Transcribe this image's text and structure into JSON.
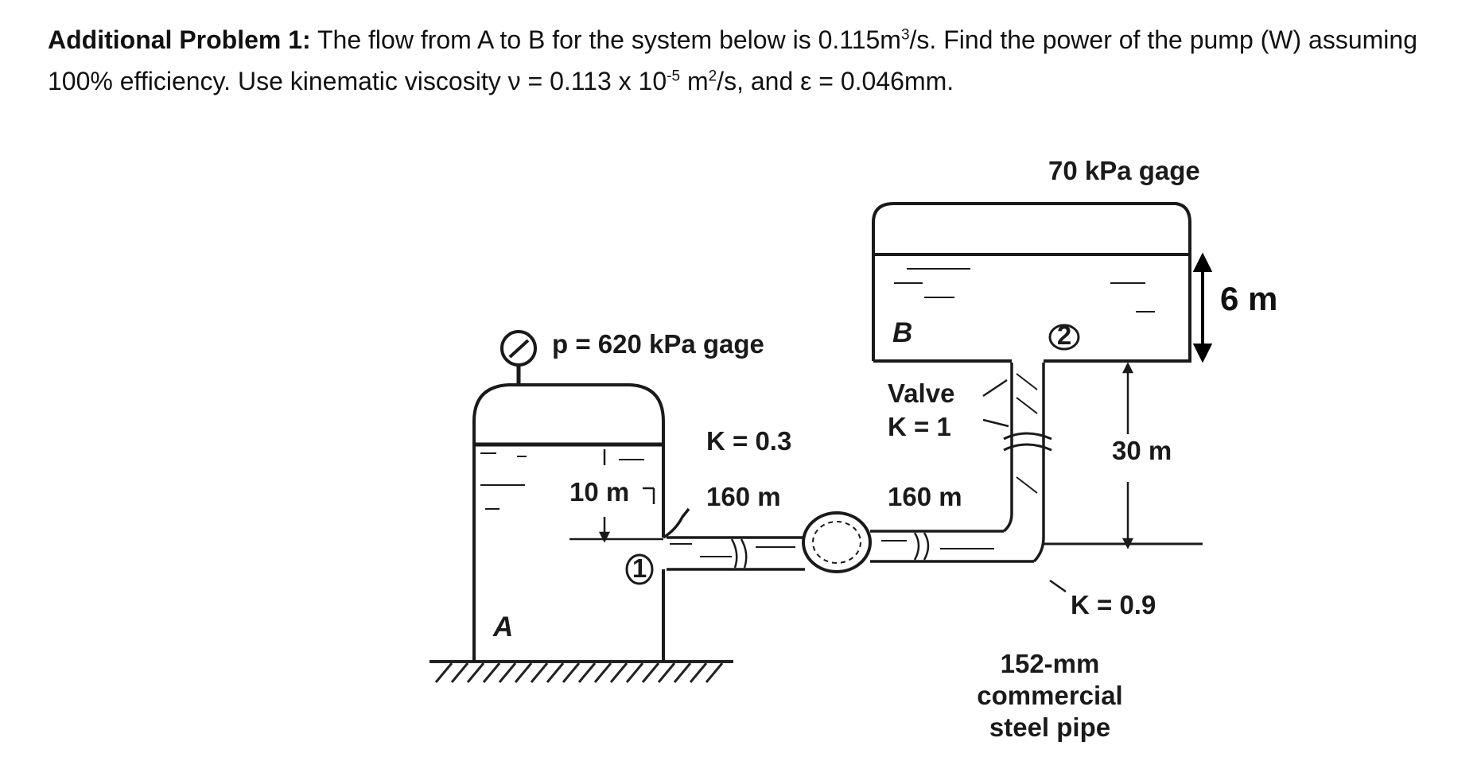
{
  "problem": {
    "heading": "Additional Problem 1:",
    "text_1": " The flow from A to B for the system below is 0.115m",
    "sup_1": "3",
    "text_2": "/s. Find the power of the pump (W) assuming 100% efficiency. Use kinematic viscosity ν = 0.113 x 10",
    "sup_2": "-5",
    "text_3": " m",
    "sup_3": "2",
    "text_4": "/s, and ε = 0.046mm."
  },
  "figure": {
    "label_top_pressure": "70 kPa gage",
    "label_tank_b": "B",
    "label_point_2": "2",
    "label_height_6": "6 m",
    "label_pressure_a": "p = 620 kPa gage",
    "label_valve": "Valve",
    "label_valve_k": "K = 1",
    "label_k_entrance": "K = 0.3",
    "label_elev_30": "30 m",
    "label_depth_10": "10 m",
    "label_len_left": "160 m",
    "label_len_right": "160 m",
    "label_point_1": "1",
    "label_k_elbow": "K = 0.9",
    "label_tank_a": "A",
    "label_pipe_1": "152-mm",
    "label_pipe_2": "commercial",
    "label_pipe_3": "steel pipe"
  }
}
